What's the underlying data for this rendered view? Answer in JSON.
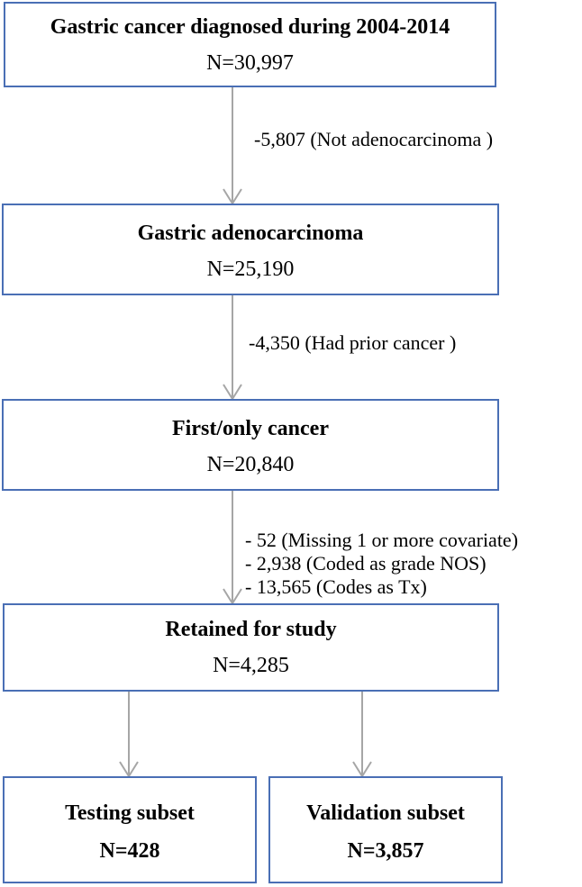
{
  "boxes": {
    "diagnosed": {
      "title": "Gastric cancer diagnosed during 2004-2014",
      "count": "N=30,997"
    },
    "adeno": {
      "title": "Gastric adenocarcinoma",
      "count": "N=25,190"
    },
    "first": {
      "title": "First/only cancer",
      "count": "N=20,840"
    },
    "retained": {
      "title": "Retained for study",
      "count": "N=4,285"
    },
    "testing": {
      "title": "Testing subset",
      "count": "N=428"
    },
    "validation": {
      "title": "Validation subset",
      "count": "N=3,857"
    }
  },
  "exclusions": {
    "step1": "-5,807 (Not adenocarcinoma )",
    "step2": "-4,350 (Had prior cancer )",
    "step3": [
      "- 52 (Missing 1 or more covariate)",
      "- 2,938 (Coded as grade NOS)",
      "- 13,565 (Codes as Tx)"
    ]
  },
  "colors": {
    "box_border": "#4a6fb5",
    "arrow": "#a6a6a6"
  }
}
